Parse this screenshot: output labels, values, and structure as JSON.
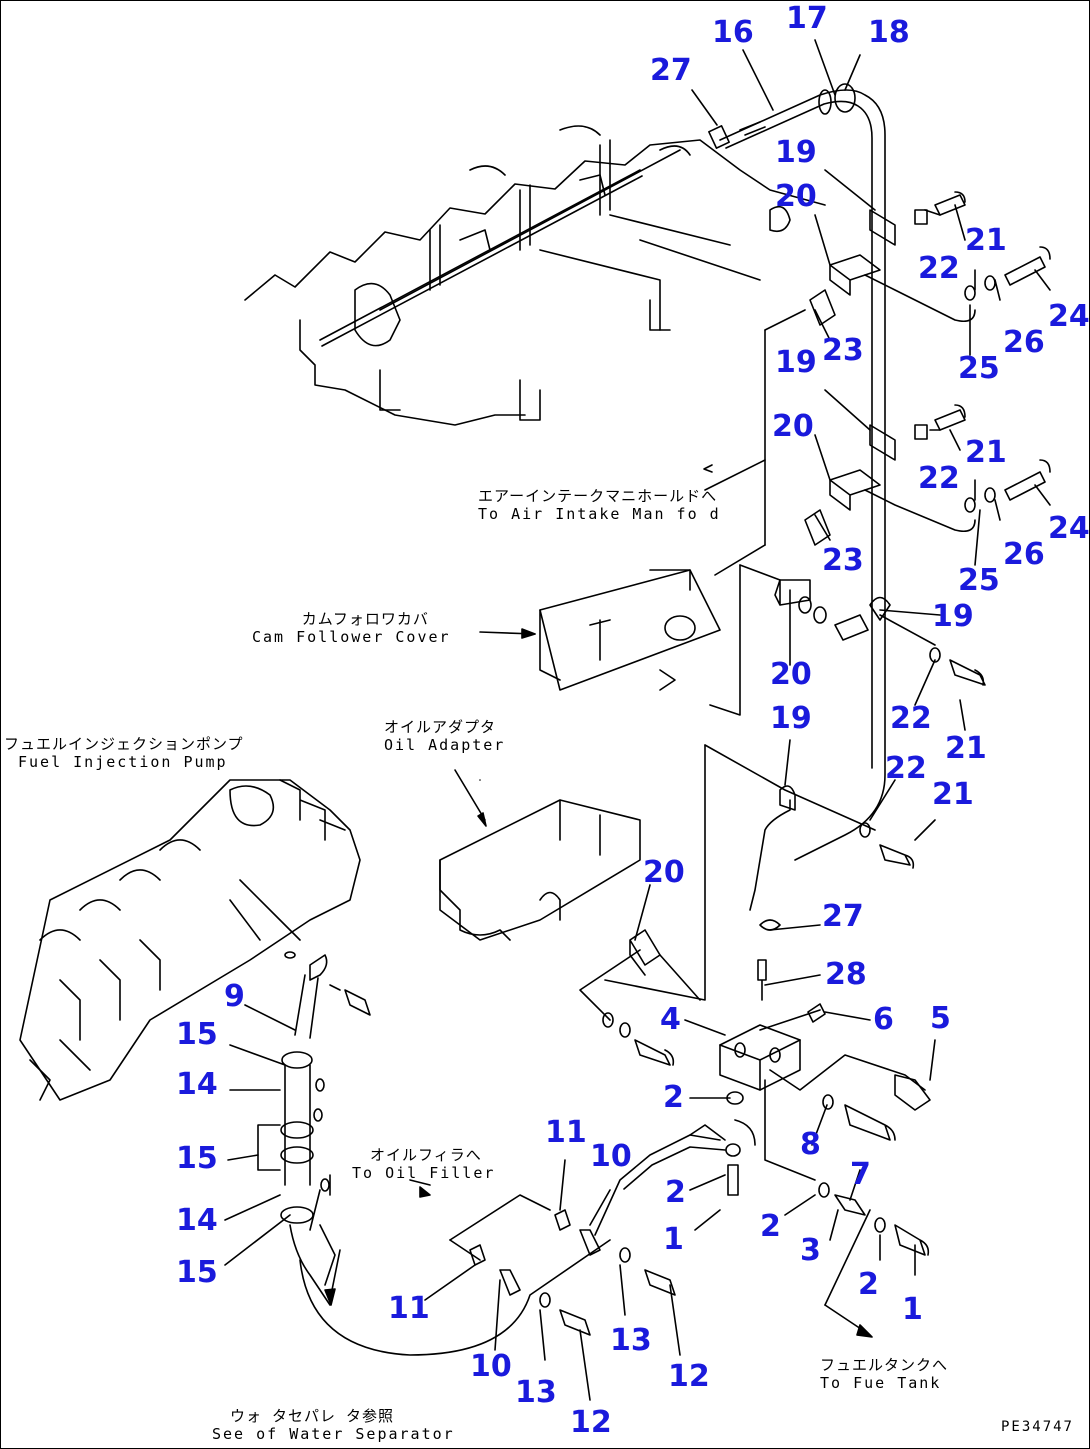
{
  "document_number": "PE34747",
  "callouts": [
    {
      "id": "c16",
      "text": "16"
    },
    {
      "id": "c17",
      "text": "17"
    },
    {
      "id": "c18",
      "text": "18"
    },
    {
      "id": "c27a",
      "text": "27"
    },
    {
      "id": "c19a",
      "text": "19"
    },
    {
      "id": "c20a",
      "text": "20"
    },
    {
      "id": "c21a",
      "text": "21"
    },
    {
      "id": "c22a",
      "text": "22"
    },
    {
      "id": "c24a",
      "text": "24"
    },
    {
      "id": "c26a",
      "text": "26"
    },
    {
      "id": "c23a",
      "text": "23"
    },
    {
      "id": "c25a",
      "text": "25"
    },
    {
      "id": "c19b",
      "text": "19"
    },
    {
      "id": "c21b",
      "text": "21"
    },
    {
      "id": "c20b",
      "text": "20"
    },
    {
      "id": "c22b",
      "text": "22"
    },
    {
      "id": "c24b",
      "text": "24"
    },
    {
      "id": "c26b",
      "text": "26"
    },
    {
      "id": "c23b",
      "text": "23"
    },
    {
      "id": "c25b",
      "text": "25"
    },
    {
      "id": "c19c",
      "text": "19"
    },
    {
      "id": "c20c",
      "text": "20"
    },
    {
      "id": "c22c",
      "text": "22"
    },
    {
      "id": "c21c",
      "text": "21"
    },
    {
      "id": "c19d",
      "text": "19"
    },
    {
      "id": "c22d",
      "text": "22"
    },
    {
      "id": "c21d",
      "text": "21"
    },
    {
      "id": "c20d",
      "text": "20"
    },
    {
      "id": "c27b",
      "text": "27"
    },
    {
      "id": "c28",
      "text": "28"
    },
    {
      "id": "c4",
      "text": "4"
    },
    {
      "id": "c6",
      "text": "6"
    },
    {
      "id": "c5",
      "text": "5"
    },
    {
      "id": "c2a",
      "text": "2"
    },
    {
      "id": "c8",
      "text": "8"
    },
    {
      "id": "c7",
      "text": "7"
    },
    {
      "id": "c2b",
      "text": "2"
    },
    {
      "id": "c1a",
      "text": "1"
    },
    {
      "id": "c2c",
      "text": "2"
    },
    {
      "id": "c3",
      "text": "3"
    },
    {
      "id": "c2d",
      "text": "2"
    },
    {
      "id": "c1b",
      "text": "1"
    },
    {
      "id": "c11a",
      "text": "11"
    },
    {
      "id": "c10a",
      "text": "10"
    },
    {
      "id": "c11b",
      "text": "11"
    },
    {
      "id": "c13a",
      "text": "13"
    },
    {
      "id": "c12a",
      "text": "12"
    },
    {
      "id": "c10b",
      "text": "10"
    },
    {
      "id": "c13b",
      "text": "13"
    },
    {
      "id": "c12b",
      "text": "12"
    },
    {
      "id": "c9",
      "text": "9"
    },
    {
      "id": "c15a",
      "text": "15"
    },
    {
      "id": "c14a",
      "text": "14"
    },
    {
      "id": "c15b",
      "text": "15"
    },
    {
      "id": "c14b",
      "text": "14"
    },
    {
      "id": "c15c",
      "text": "15"
    }
  ],
  "notes": {
    "air_intake": {
      "jp": "エアーインテークマニホールドへ",
      "en": "To Air Intake Man fo d"
    },
    "cam_follower": {
      "jp": "カムフォロワカバ",
      "en": "Cam Follower Cover"
    },
    "oil_adapter": {
      "jp": "オイルアダプタ",
      "en": "Oil Adapter"
    },
    "fuel_pump": {
      "jp": "フュエルインジェクションポンプ",
      "en": "Fuel Injection Pump"
    },
    "oil_filler": {
      "jp": "オイルフィラへ",
      "en": "To Oil Filler"
    },
    "fuel_tank": {
      "jp": "フュエルタンクへ",
      "en": "To Fue Tank"
    },
    "water_separator": {
      "jp": "ウォ タセパレ タ参照",
      "en": "See of Water Separator"
    }
  },
  "colors": {
    "callout": "#1a1adc",
    "line": "#000000"
  }
}
